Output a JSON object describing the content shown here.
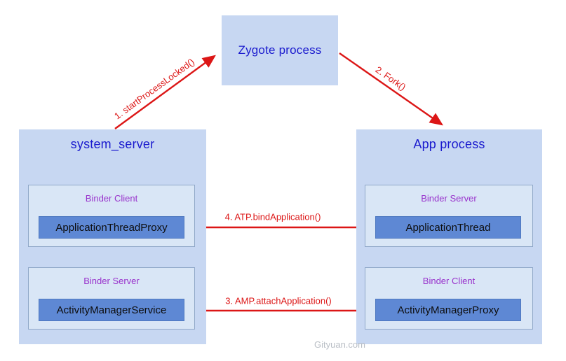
{
  "diagram": {
    "watermark": "Gityuan.com",
    "colors": {
      "node_fill": "#c7d7f2",
      "panel_fill": "#d9e6f6",
      "component_fill": "#5e88d4",
      "title_text": "#1a1ace",
      "role_text": "#9933cc",
      "arrow_red": "#dc1616"
    },
    "nodes": {
      "zygote": {
        "label": "Zygote process"
      },
      "system_server": {
        "label": "system_server",
        "panels": [
          {
            "role": "Binder Client",
            "component": "ApplicationThreadProxy"
          },
          {
            "role": "Binder Server",
            "component": "ActivityManagerService"
          }
        ]
      },
      "app_process": {
        "label": "App process",
        "panels": [
          {
            "role": "Binder Server",
            "component": "ApplicationThread"
          },
          {
            "role": "Binder Client",
            "component": "ActivityManagerProxy"
          }
        ]
      }
    },
    "arrows": [
      {
        "label": "1. startProcessLocked()",
        "from": "system_server",
        "to": "Zygote process"
      },
      {
        "label": "2. Fork()",
        "from": "Zygote process",
        "to": "App process"
      },
      {
        "label": "3. AMP.attachApplication()",
        "from": "ActivityManagerProxy",
        "to": "ActivityManagerService"
      },
      {
        "label": "4. ATP.bindApplication()",
        "from": "ApplicationThreadProxy",
        "to": "ApplicationThread"
      }
    ]
  }
}
